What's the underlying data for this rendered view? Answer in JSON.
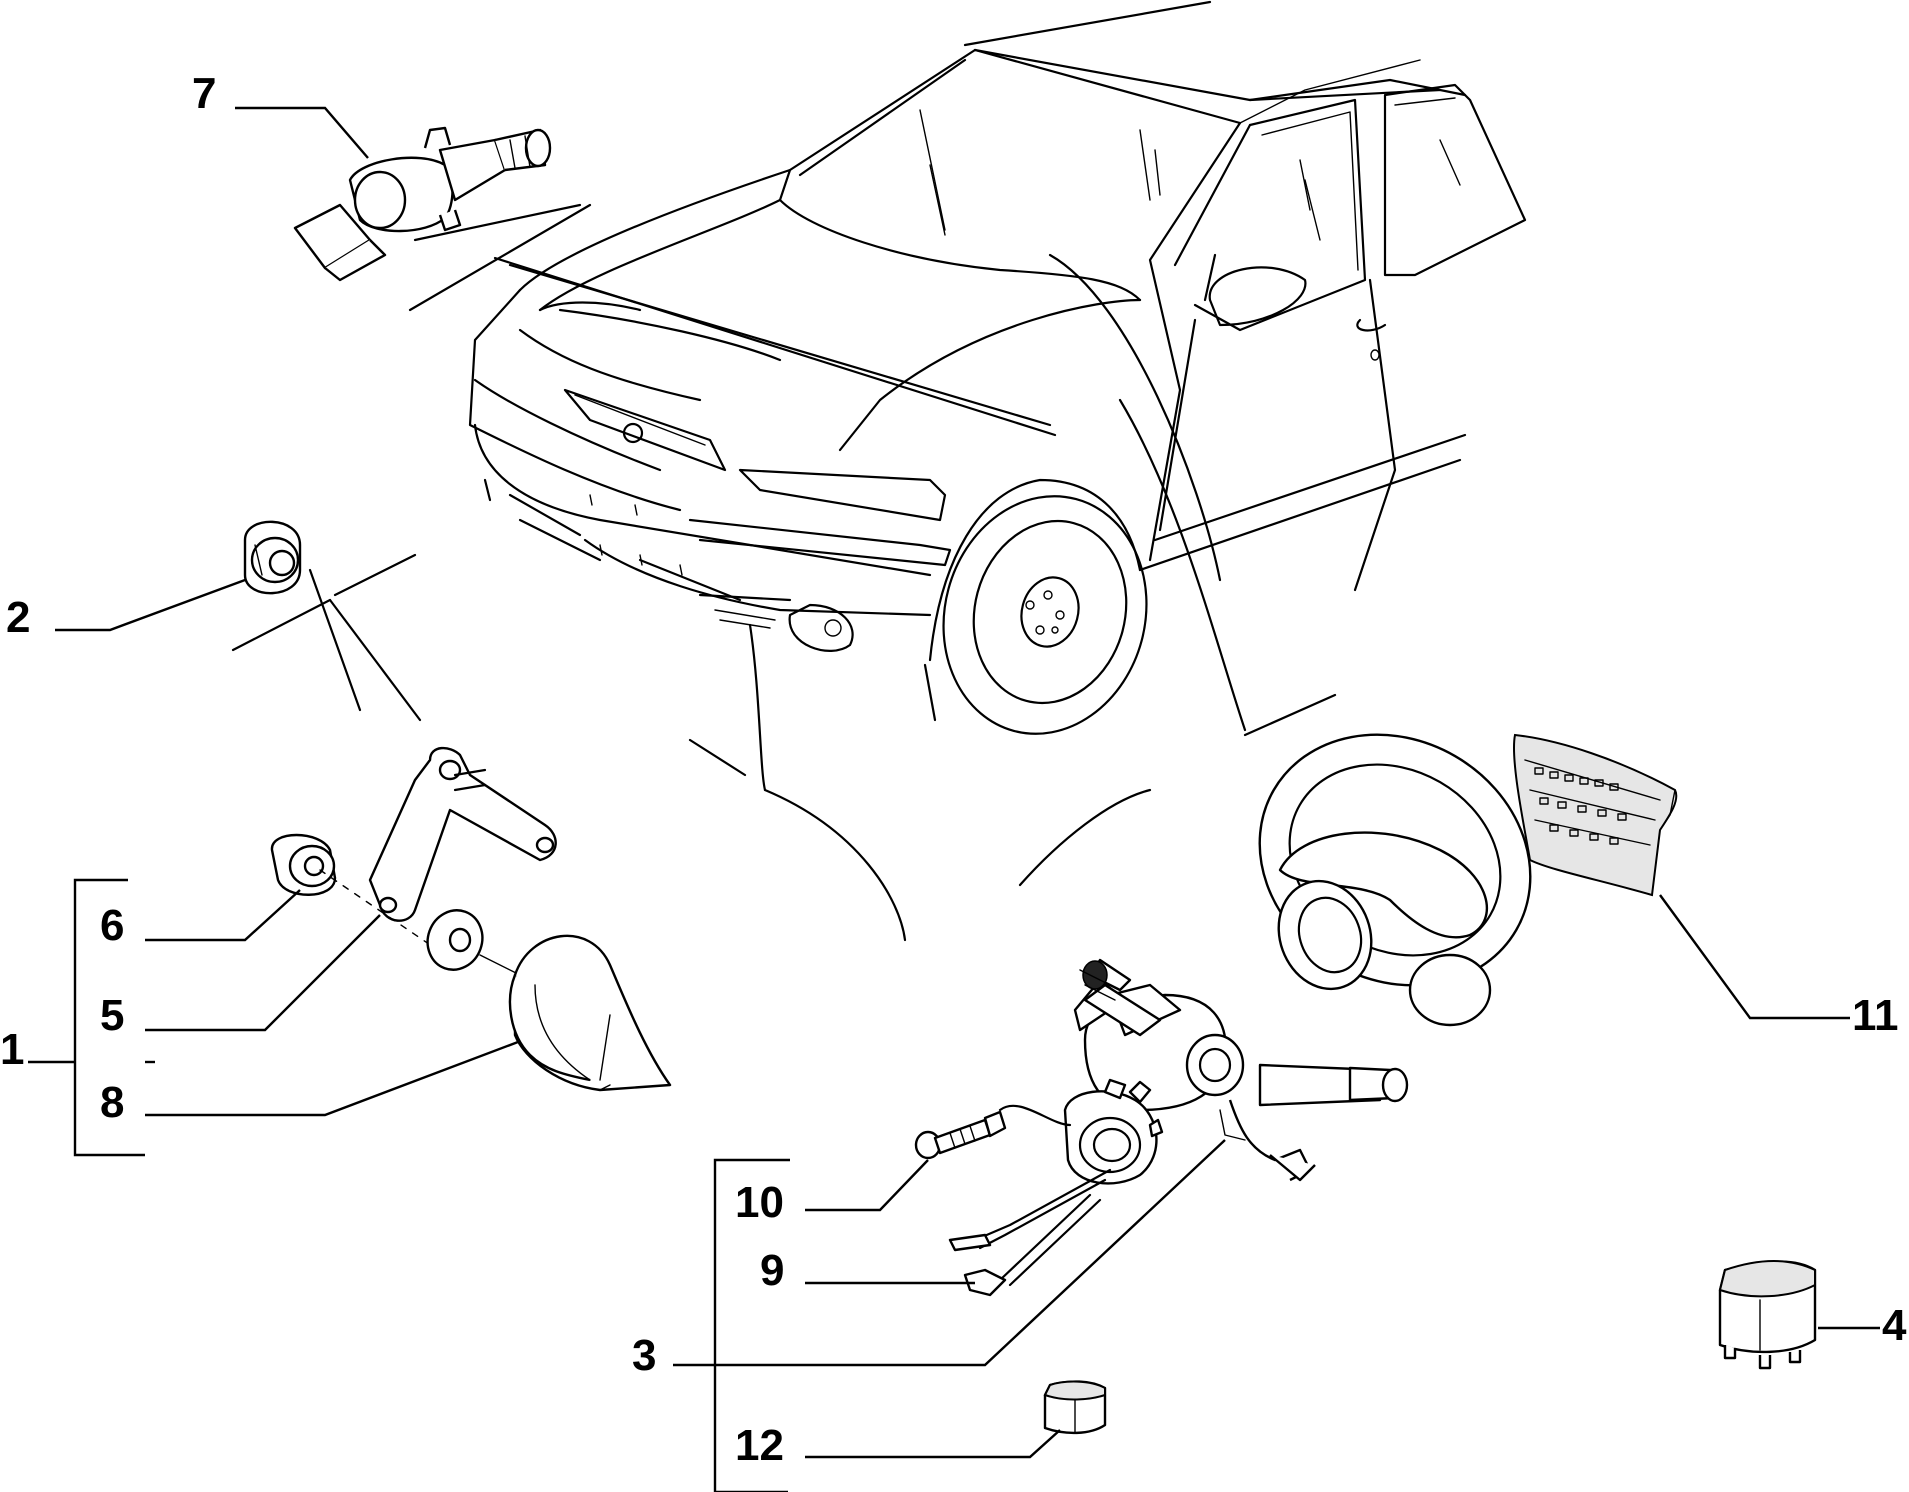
{
  "callouts": {
    "c1": "1",
    "c2": "2",
    "c3": "3",
    "c4": "4",
    "c5": "5",
    "c6": "6",
    "c7": "7",
    "c8": "8",
    "c9": "9",
    "c10": "10",
    "c11": "11",
    "c12": "12"
  },
  "parts": [
    {
      "ref": "1",
      "icon": "horn-assembly-bracket-icon"
    },
    {
      "ref": "2",
      "icon": "nut-icon"
    },
    {
      "ref": "3",
      "icon": "steering-column-switch-icon"
    },
    {
      "ref": "4",
      "icon": "relay-icon"
    },
    {
      "ref": "5",
      "icon": "mounting-bracket-icon"
    },
    {
      "ref": "6",
      "icon": "spacer-icon"
    },
    {
      "ref": "7",
      "icon": "pressure-switch-icon"
    },
    {
      "ref": "8",
      "icon": "horn-icon"
    },
    {
      "ref": "9",
      "icon": "cable-contact-icon"
    },
    {
      "ref": "10",
      "icon": "screw-icon"
    },
    {
      "ref": "11",
      "icon": "steering-wheel-pad-icon"
    },
    {
      "ref": "12",
      "icon": "small-relay-icon"
    }
  ]
}
